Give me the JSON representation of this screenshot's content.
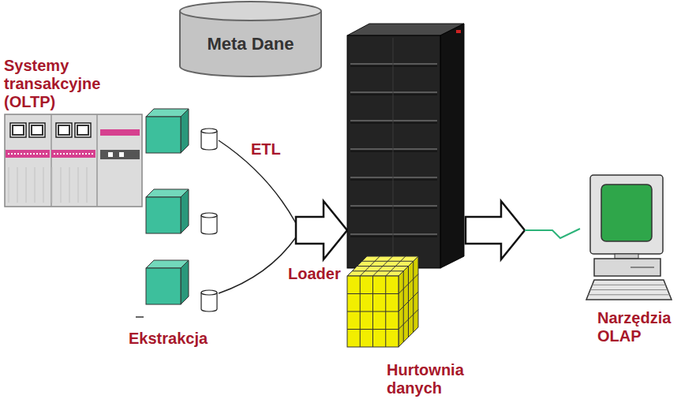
{
  "diagram": {
    "nodes": [
      {
        "text": [
          "Meta Dane"
        ]
      },
      {
        "text": [
          "Systemy transakcyjne (OLTP)"
        ]
      },
      {
        "text": [
          "Hurtownia danych"
        ]
      },
      {
        "text": [
          "Narzędzia OLAP"
        ]
      }
    ],
    "edges": [
      {
        "from": 1,
        "to": 2,
        "arrow": "to"
      },
      {
        "from": 2,
        "to": 3,
        "arrow": "to"
      }
    ],
    "labels": [
      "ETL",
      "Loader",
      "Ekstrakcja"
    ]
  }
}
